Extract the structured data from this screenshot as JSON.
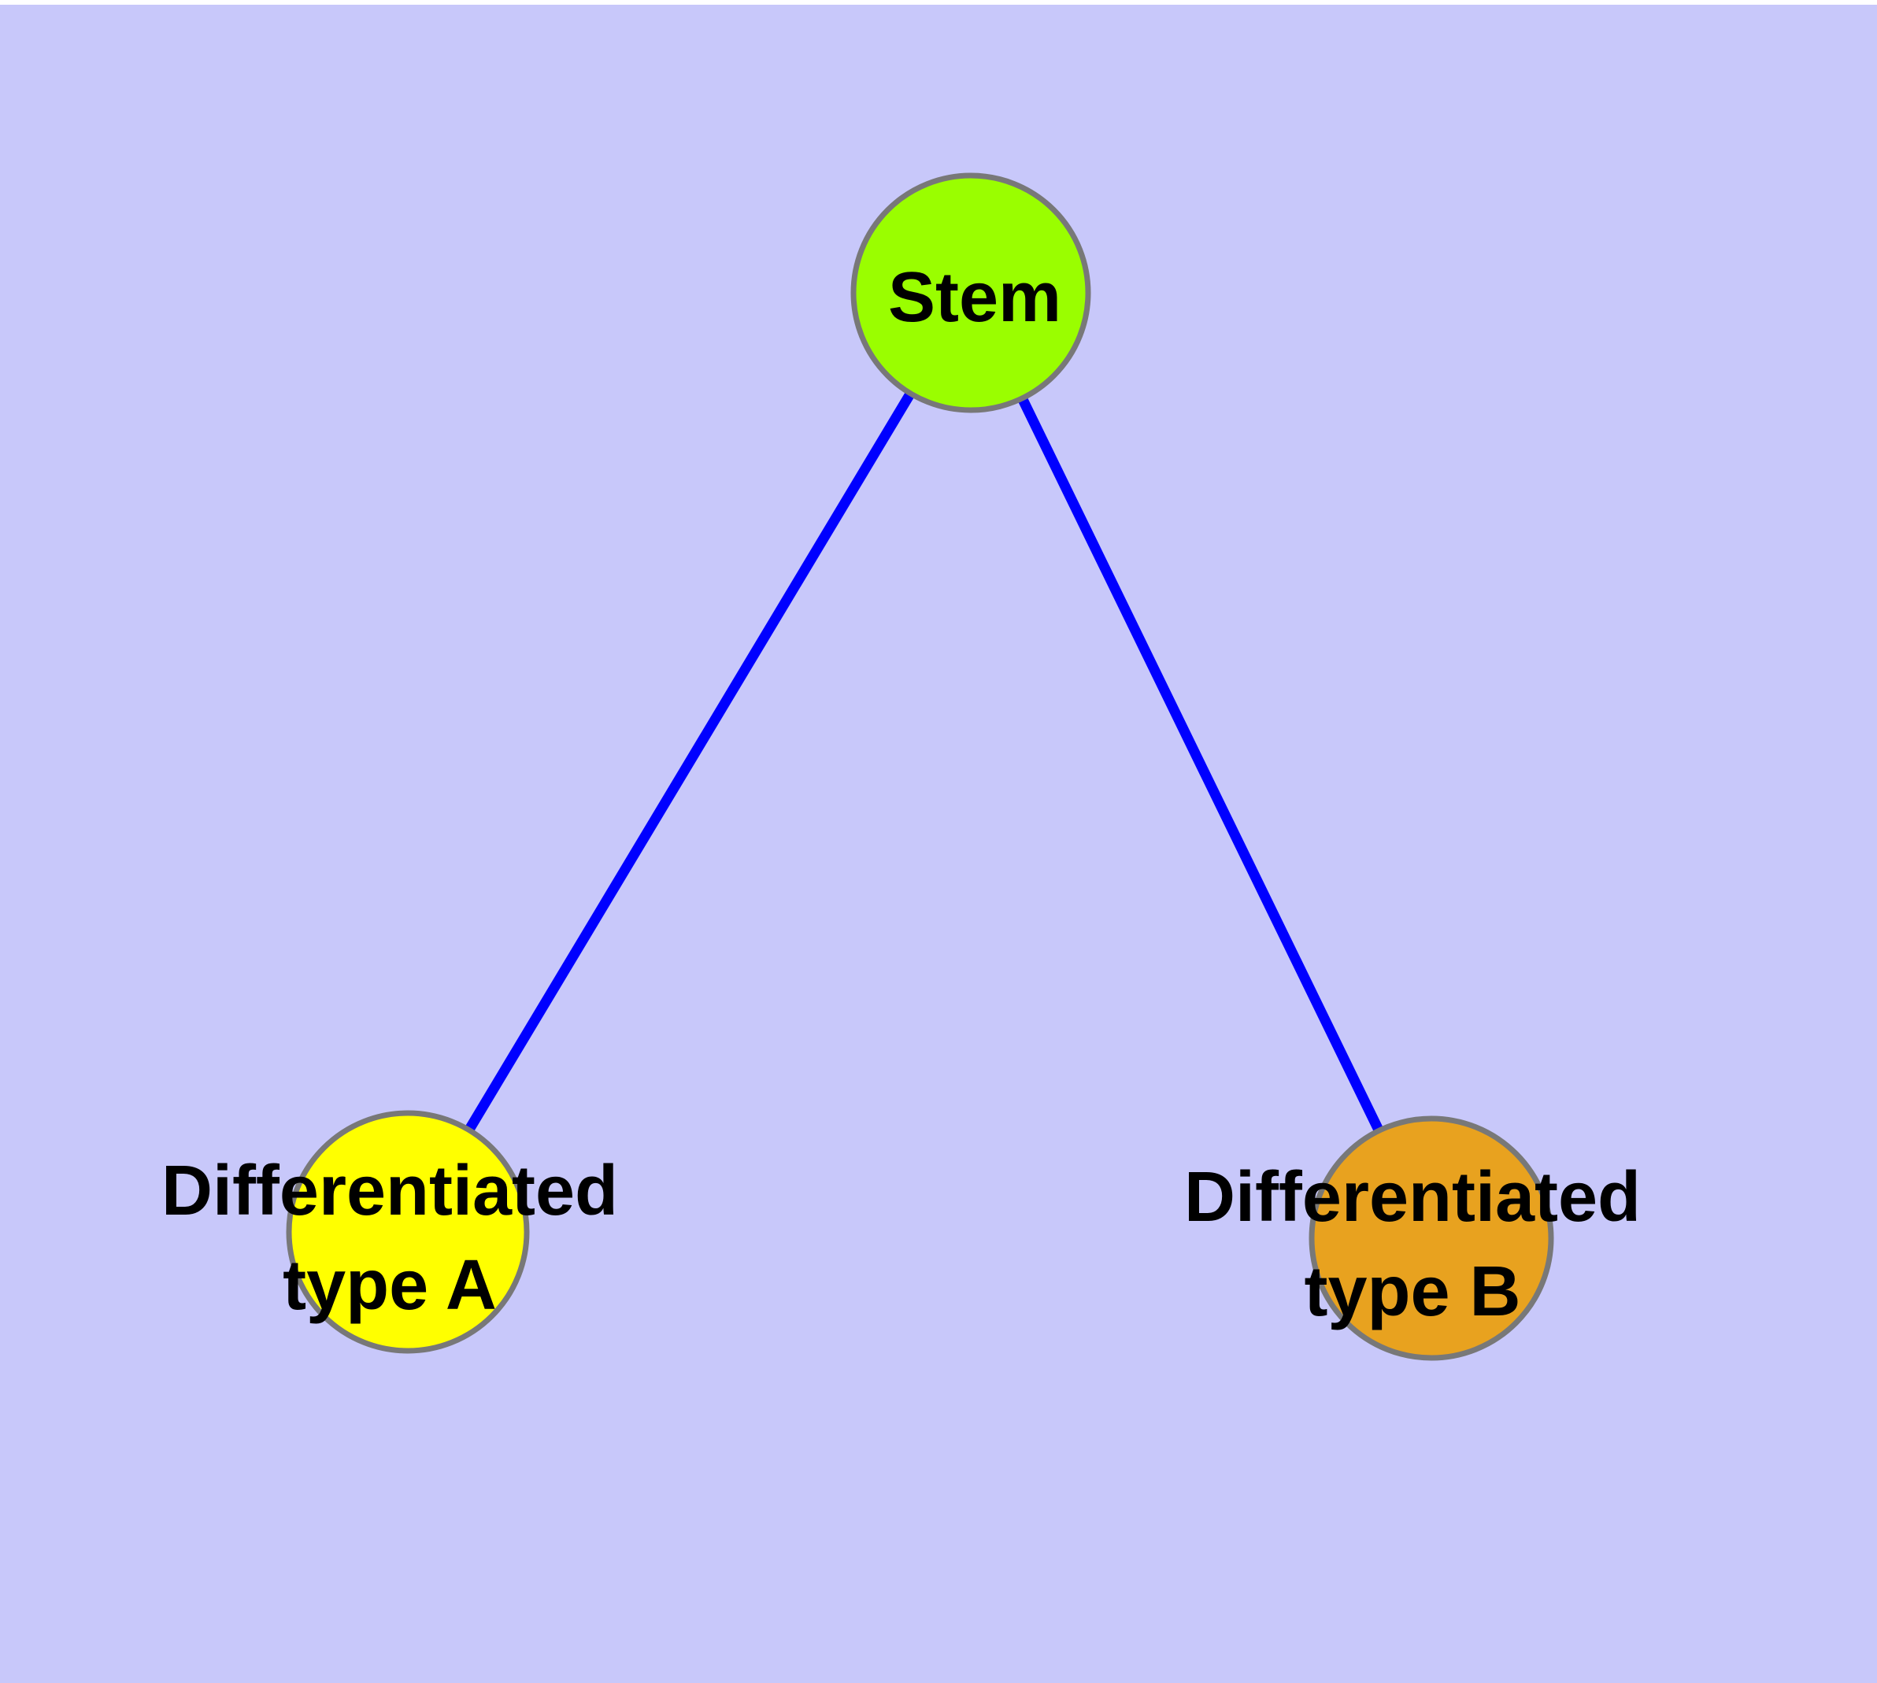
{
  "page": {
    "background": "#ffffff",
    "canvas_background": "#c8c8fa"
  },
  "diagram": {
    "type": "node-link-graph",
    "edge_color": "#0000ff",
    "node_border_color": "#787878",
    "label_color": "#000000",
    "nodes": [
      {
        "id": "stem",
        "label": "Stem",
        "fill": "#9afe00"
      },
      {
        "id": "differentiated-type-a",
        "label_line1": "Differentiated",
        "label_line2": "type A",
        "fill": "#ffff00"
      },
      {
        "id": "differentiated-type-b",
        "label_line1": "Differentiated",
        "label_line2": "type B",
        "fill": "#e8a21f"
      }
    ],
    "edges": [
      {
        "from": "stem",
        "to": "differentiated-type-a"
      },
      {
        "from": "stem",
        "to": "differentiated-type-b"
      }
    ]
  }
}
